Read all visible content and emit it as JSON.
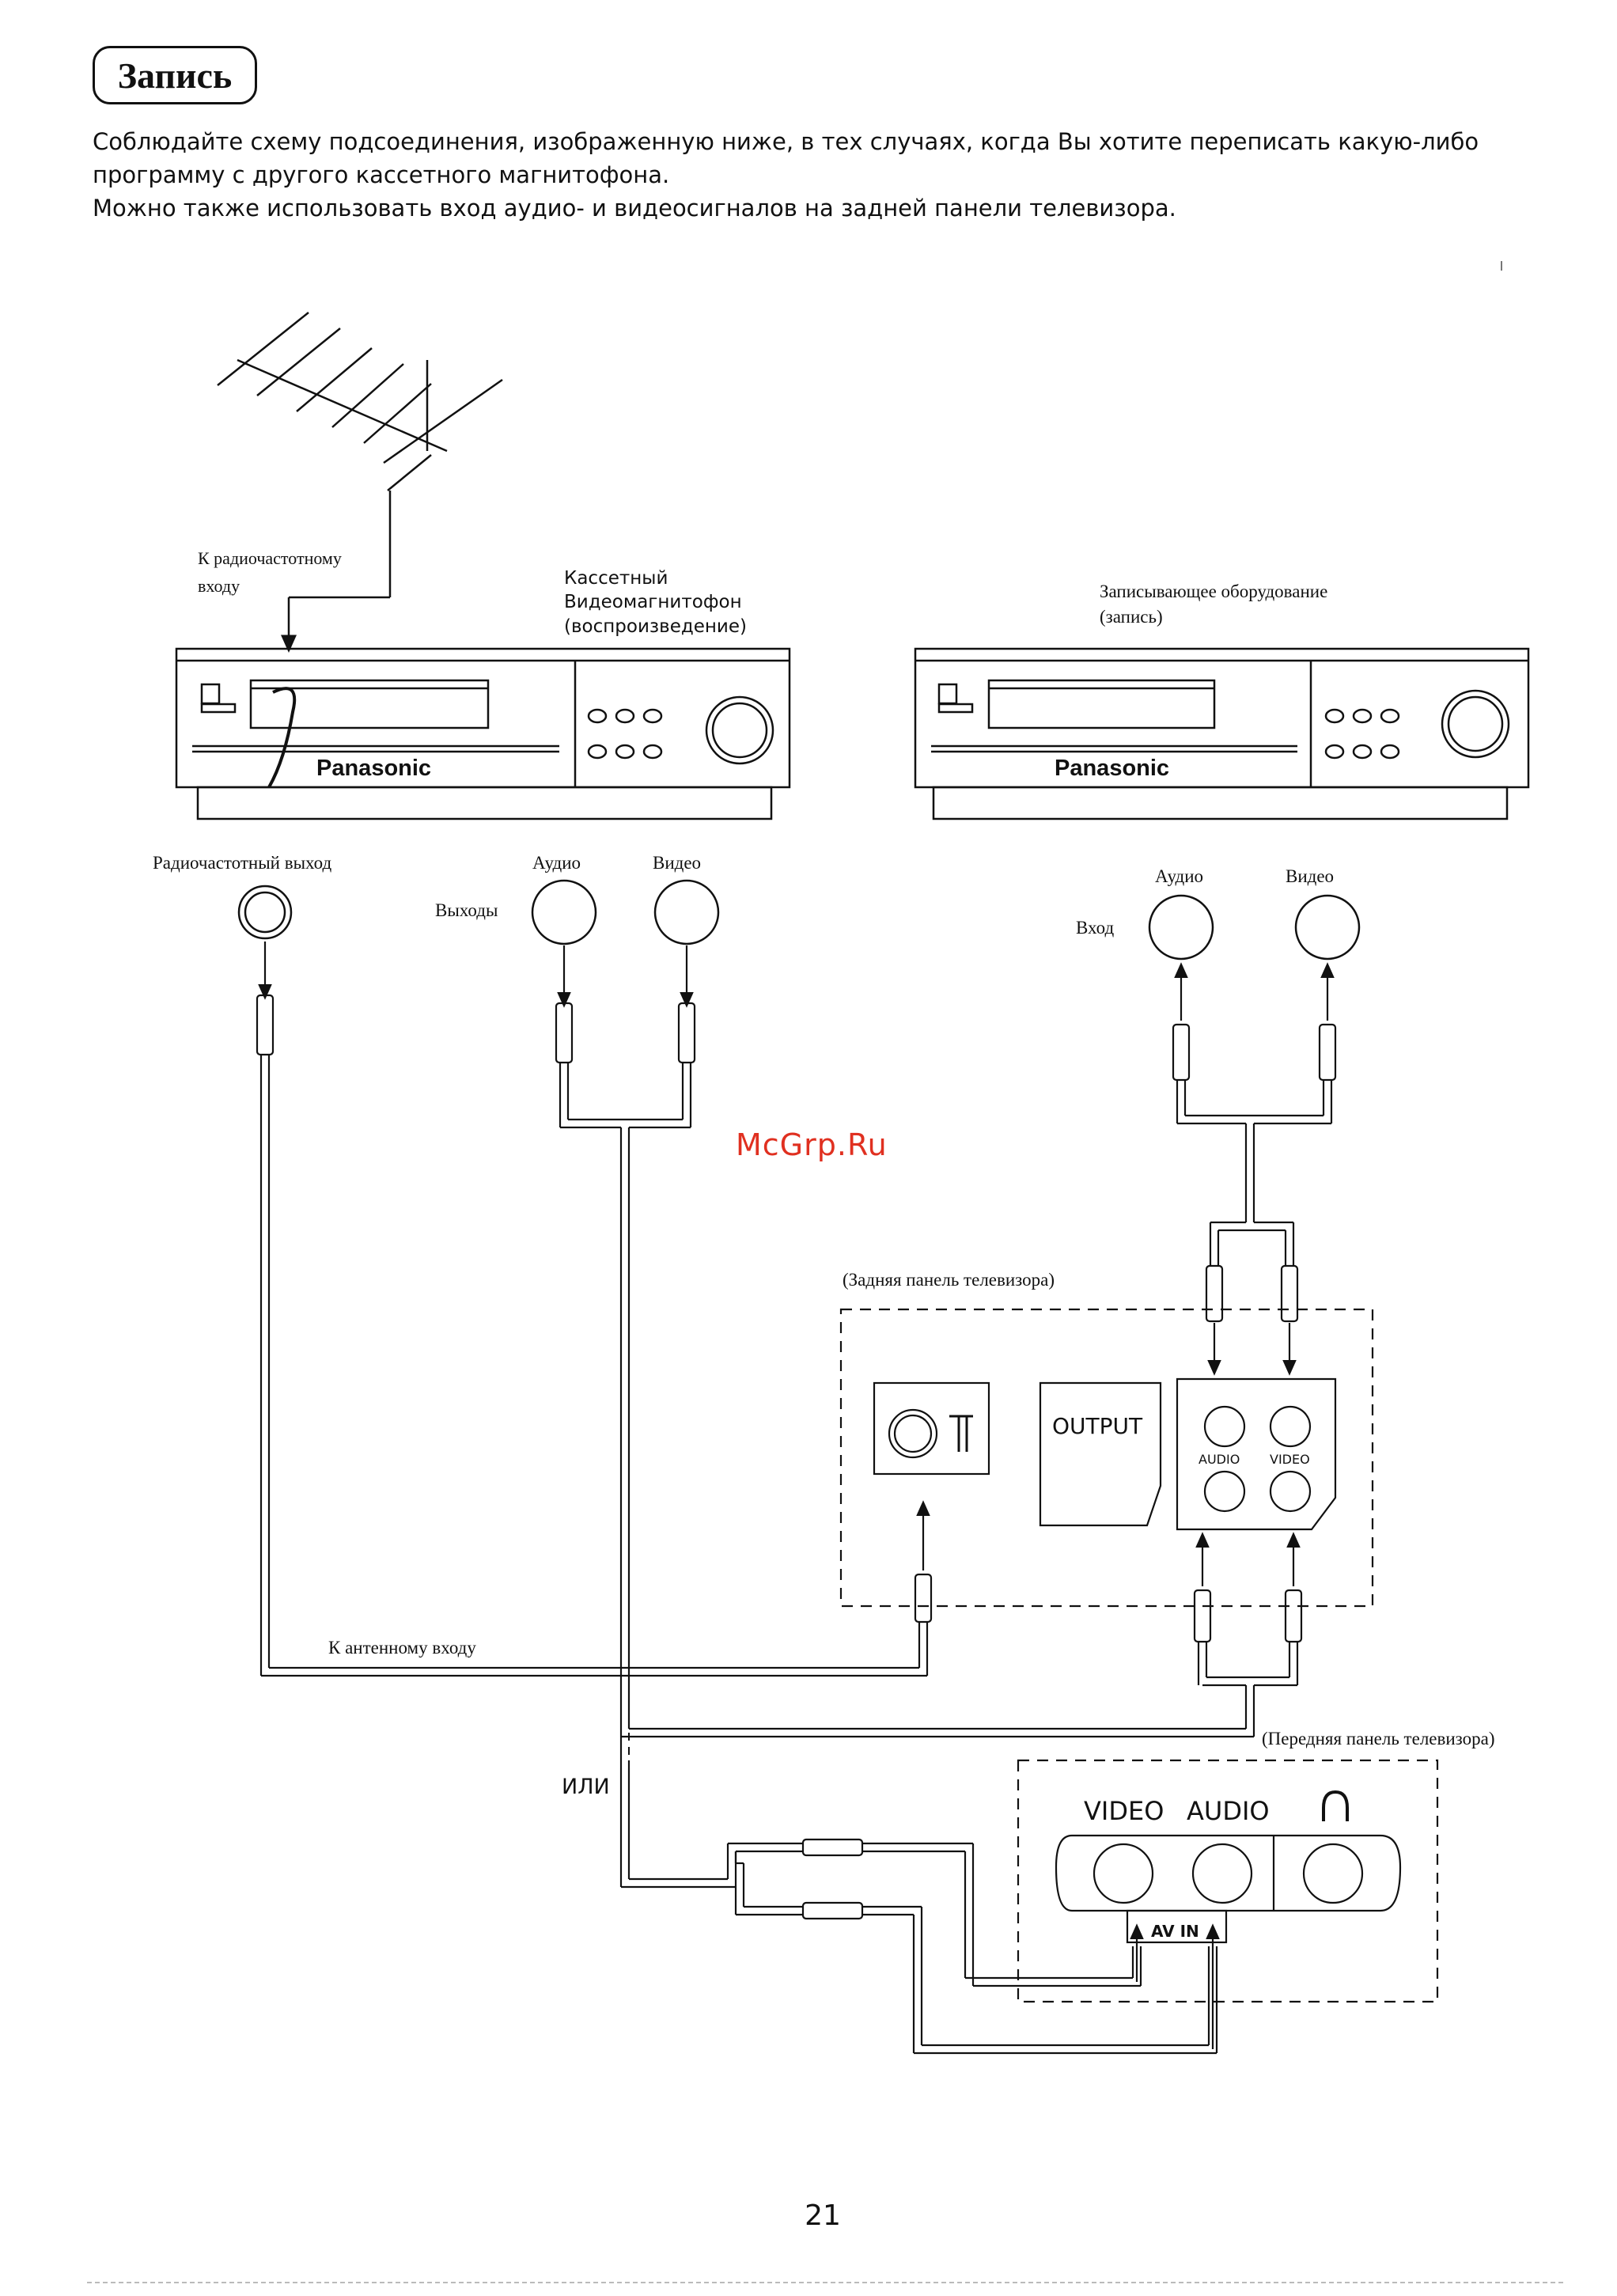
{
  "heading": "Запись",
  "intro": {
    "line1": "Соблюдайте схему подсоединения, изображенную ниже, в тех случаях, когда Вы хотите переписать какую-либо",
    "line2": "программу с другого кассетного магнитофона.",
    "line3": "Можно также использовать вход аудио- и видеосигналов на задней панели телевизора."
  },
  "labels": {
    "to_rf_input_1": "К радиочастотному",
    "to_rf_input_2": "входу",
    "player_1": "Кассетный",
    "player_2": "Видеомагнитофон",
    "player_3": "(воспроизведение)",
    "recorder_1": "Записывающее оборудование",
    "recorder_2": "(запись)",
    "brand": "Panasonic",
    "rf_output": "Радиочастотный выход",
    "outputs": "Выходы",
    "audio": "Аудио",
    "video": "Видео",
    "input": "Вход",
    "tv_rear_panel": "(Задняя панель телевизора)",
    "output_jack": "OUTPUT",
    "audio_small": "AUDIO",
    "video_small": "VIDEO",
    "to_antenna_input": "К антенному входу",
    "or": "ИЛИ",
    "tv_front_panel": "(Передняя панель телевизора)",
    "front_video": "VIDEO",
    "front_audio": "AUDIO",
    "av_in": "AV  IN"
  },
  "watermark": "McGrp.Ru",
  "page_number": "21"
}
